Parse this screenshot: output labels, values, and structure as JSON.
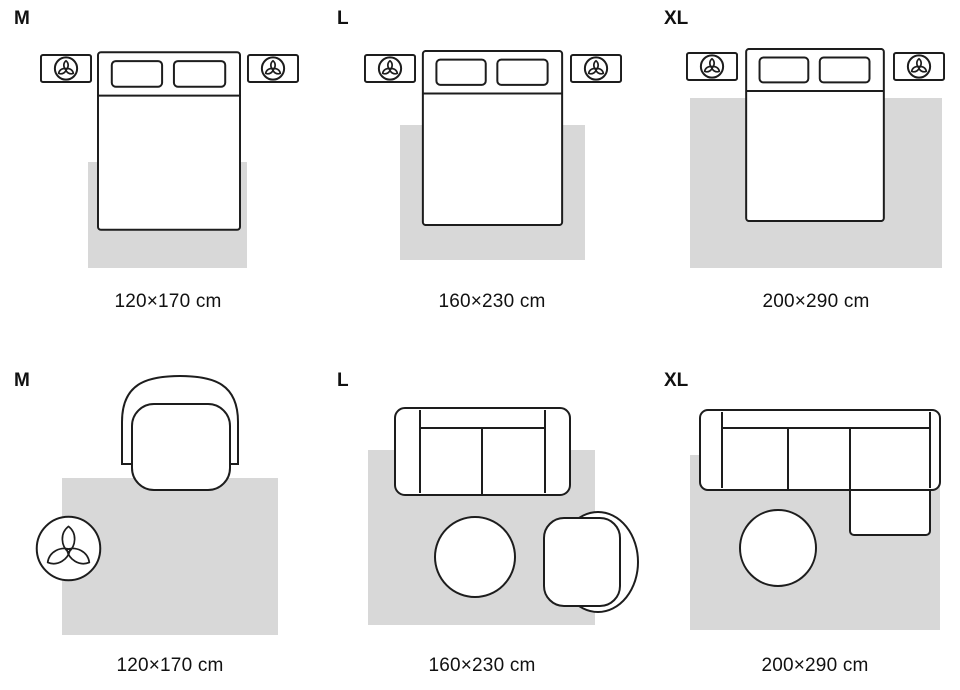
{
  "colors": {
    "outline": "#1d1d1d",
    "rug_fill": "#d8d8d8",
    "text": "#111111",
    "background": "#ffffff"
  },
  "panels": [
    {
      "room": "bedroom",
      "size_label": "M",
      "dimensions": "120×170 cm"
    },
    {
      "room": "bedroom",
      "size_label": "L",
      "dimensions": "160×230 cm"
    },
    {
      "room": "bedroom",
      "size_label": "XL",
      "dimensions": "200×290 cm"
    },
    {
      "room": "living-room",
      "size_label": "M",
      "dimensions": "120×170 cm"
    },
    {
      "room": "living-room",
      "size_label": "L",
      "dimensions": "160×230 cm"
    },
    {
      "room": "living-room",
      "size_label": "XL",
      "dimensions": "200×290 cm"
    }
  ]
}
